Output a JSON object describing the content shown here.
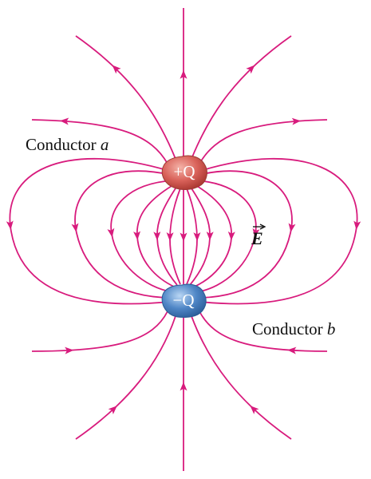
{
  "labels": {
    "conductor_a_word": "Conductor",
    "conductor_a_letter": "a",
    "conductor_b_word": "Conductor",
    "conductor_b_letter": "b",
    "positive_charge": "+Q",
    "negative_charge": "−Q",
    "field": "E"
  },
  "colors": {
    "field_line": "#d81b7d",
    "positive_conductor": "#d9625a",
    "negative_conductor": "#4f86c6",
    "text": "#111111"
  }
}
